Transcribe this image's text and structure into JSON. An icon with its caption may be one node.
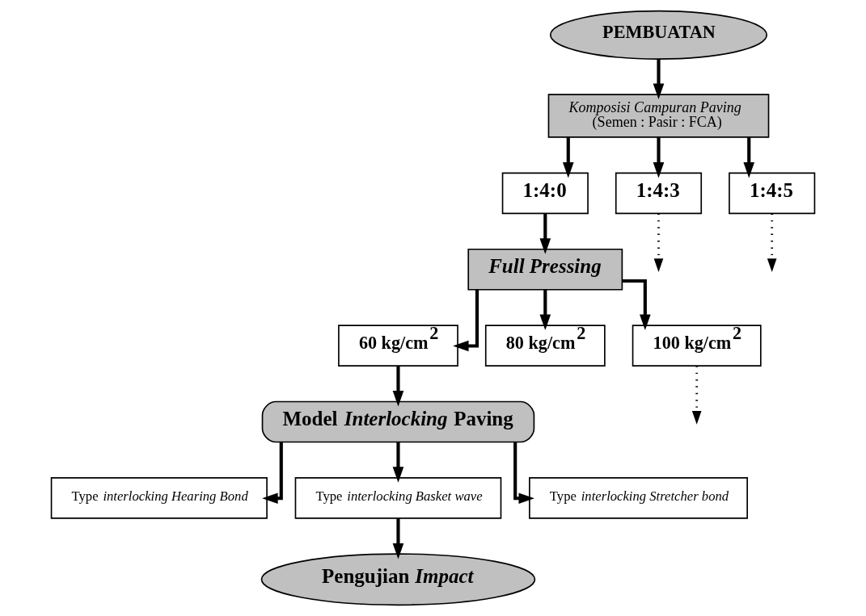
{
  "diagram": {
    "nodes": [
      {
        "text": [
          "PEMBUATAN"
        ]
      },
      {
        "text": [
          "Komposisi Campuran Paving",
          "(Semen : Pasir : FCA)"
        ]
      },
      {
        "text": [
          "1:4:0"
        ]
      },
      {
        "text": [
          "1:4:3"
        ]
      },
      {
        "text": [
          "1:4:5"
        ]
      },
      {
        "text": [
          "Full Pressing"
        ]
      },
      {
        "text": [
          "60 kg/cm$^{2}$"
        ]
      },
      {
        "text": [
          "80 kg/cm$^{2}$"
        ]
      },
      {
        "text": [
          "100 kg/cm$^{2}$"
        ]
      },
      {
        "text": [
          "Model *Interlocking* Paving"
        ]
      },
      {
        "text": [
          "Type *interlocking Hearing Bond*"
        ]
      },
      {
        "text": [
          "Type *interlocking Basket wave*"
        ]
      },
      {
        "text": [
          "Type *interlocking Stretcher bond*"
        ]
      },
      {
        "text": [
          "Pengujian *Impact*"
        ]
      }
    ],
    "edges": [
      {
        "from": 0,
        "to": 1,
        "arrow": "to"
      },
      {
        "from": 1,
        "to": 2,
        "arrow": "to"
      },
      {
        "from": 1,
        "to": 3,
        "arrow": "to"
      },
      {
        "from": 1,
        "to": 4,
        "arrow": "to"
      },
      {
        "from": 3,
        "to": null,
        "arrow": "to",
        "style": "dashed"
      },
      {
        "from": 4,
        "to": null,
        "arrow": "to",
        "style": "dashed"
      },
      {
        "from": 2,
        "to": 5,
        "arrow": "to"
      },
      {
        "from": 5,
        "to": 6,
        "arrow": "to"
      },
      {
        "from": 5,
        "to": 7,
        "arrow": "to"
      },
      {
        "from": 5,
        "to": 8,
        "arrow": "to"
      },
      {
        "from": 8,
        "to": null,
        "arrow": "to",
        "style": "dashed"
      },
      {
        "from": 6,
        "to": 9,
        "arrow": "to"
      },
      {
        "from": 9,
        "to": 10,
        "arrow": "to"
      },
      {
        "from": 9,
        "to": 11,
        "arrow": "to"
      },
      {
        "from": 9,
        "to": 12,
        "arrow": "to"
      },
      {
        "from": 11,
        "to": 13,
        "arrow": "to"
      }
    ]
  }
}
